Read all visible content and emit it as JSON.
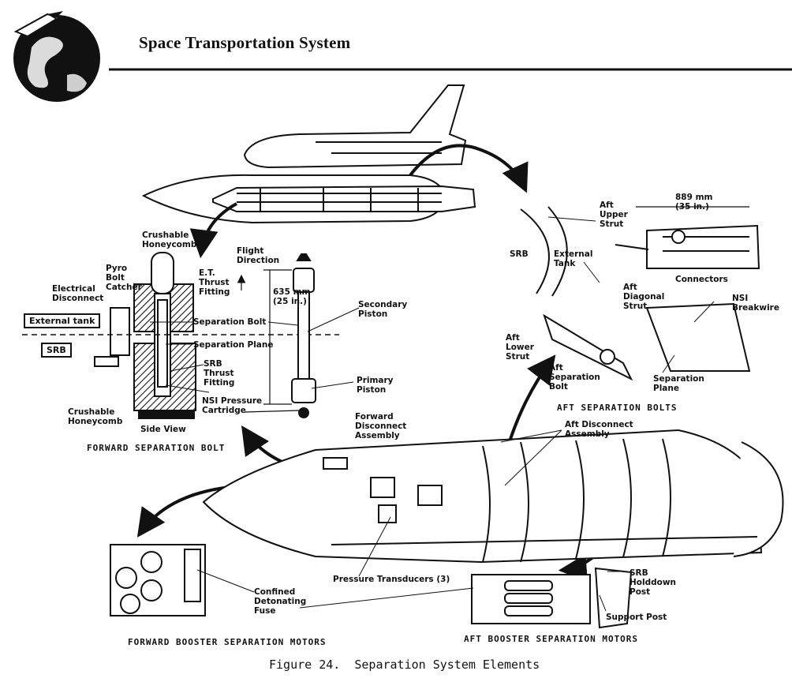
{
  "header": {
    "title": "Space Transportation System"
  },
  "labels": {
    "crushable_honeycomb_top": "Crushable\nHoneycomb",
    "pyro_bolt_catcher": "Pyro\nBolt\nCatcher",
    "electrical_disconnect": "Electrical\nDisconnect",
    "external_tank": "External tank",
    "srb_box": "SRB",
    "et_thrust_fitting": "E.T.\nThrust\nFitting",
    "separation_bolt": "Separation Bolt",
    "separation_plane_left": "Separation Plane",
    "srb_thrust_fitting": "SRB\nThrust\nFitting",
    "nsi_pressure_cartridge": "NSI Pressure\nCartridge",
    "crushable_honeycomb_bottom": "Crushable\nHoneycomb",
    "side_view": "Side View",
    "flight_direction": "Flight\nDirection",
    "dim_635": "635 mm\n(25 in.)",
    "secondary_piston": "Secondary\nPiston",
    "primary_piston": "Primary\nPiston",
    "aft_upper_strut": "Aft\nUpper\nStrut",
    "dim_889": "889 mm\n(35 in.)",
    "srb_right": "SRB",
    "external_tank_right": "External\nTank",
    "connectors": "Connectors",
    "aft_diagonal_strut": "Aft\nDiagonal\nStrut",
    "nsi_breakwire": "NSI\nBreakwire",
    "aft_lower_strut": "Aft\nLower\nStrut",
    "aft_separation_bolt": "Aft\nSeparation\nBolt",
    "separation_plane_right": "Separation\nPlane",
    "forward_disconnect_assembly": "Forward\nDisconnect\nAssembly",
    "aft_disconnect_assembly": "Aft Disconnect\nAssembly",
    "confined_detonating_fuse": "Confined\nDetonating\nFuse",
    "pressure_transducers": "Pressure Transducers (3)",
    "srb_holddown_post": "SRB\nHolddown\nPost",
    "support_post": "Support Post"
  },
  "captions": {
    "forward_separation_bolt": "FORWARD SEPARATION BOLT",
    "aft_separation_bolts": "AFT SEPARATION BOLTS",
    "forward_booster_separation_motors": "FORWARD BOOSTER SEPARATION MOTORS",
    "aft_booster_separation_motors": "AFT BOOSTER SEPARATION MOTORS"
  },
  "figure_caption": "Figure 24.  Separation System Elements"
}
